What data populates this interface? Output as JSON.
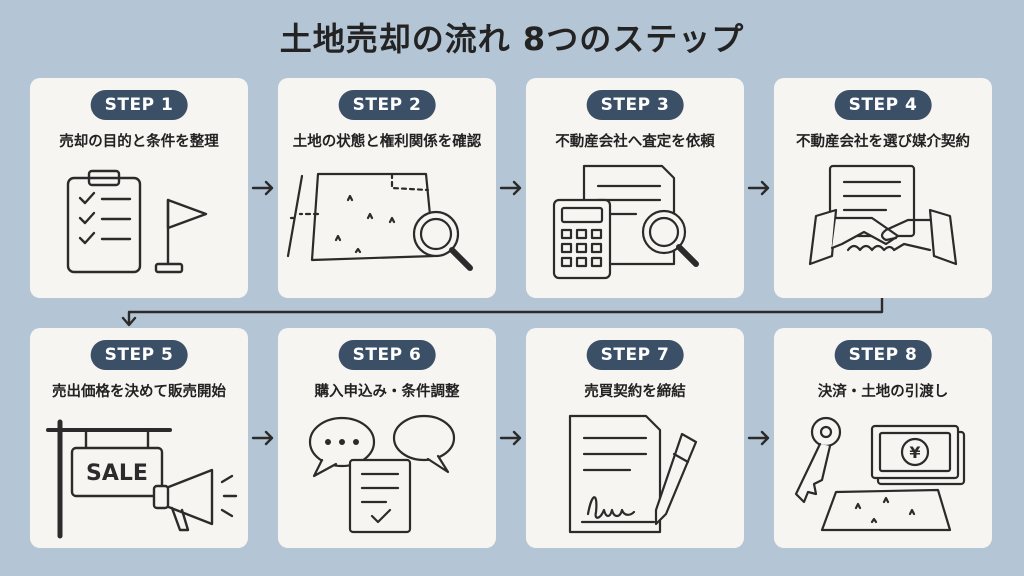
{
  "title": "土地売却の流れ 8つのステップ",
  "steps": [
    {
      "badge": "STEP 1",
      "label": "売却の目的と条件を整理",
      "icon": "checklist-flag-icon"
    },
    {
      "badge": "STEP 2",
      "label": "土地の状態と権利関係を確認",
      "icon": "land-magnifier-icon"
    },
    {
      "badge": "STEP 3",
      "label": "不動産会社へ査定を依頼",
      "icon": "calculator-document-icon"
    },
    {
      "badge": "STEP 4",
      "label": "不動産会社を選び媒介契約",
      "icon": "handshake-contract-icon"
    },
    {
      "badge": "STEP 5",
      "label": "売出価格を決めて販売開始",
      "icon": "sale-sign-megaphone-icon",
      "sign_text": "SALE"
    },
    {
      "badge": "STEP 6",
      "label": "購入申込み・条件調整",
      "icon": "speech-bubbles-document-icon"
    },
    {
      "badge": "STEP 7",
      "label": "売買契約を締結",
      "icon": "signed-contract-pen-icon"
    },
    {
      "badge": "STEP 8",
      "label": "決済・土地の引渡し",
      "icon": "key-money-land-icon",
      "money_symbol": "¥"
    }
  ],
  "colors": {
    "background": "#b4c5d5",
    "card": "#f6f5f1",
    "badge": "#3b4f66",
    "line": "#2b2b2b"
  }
}
